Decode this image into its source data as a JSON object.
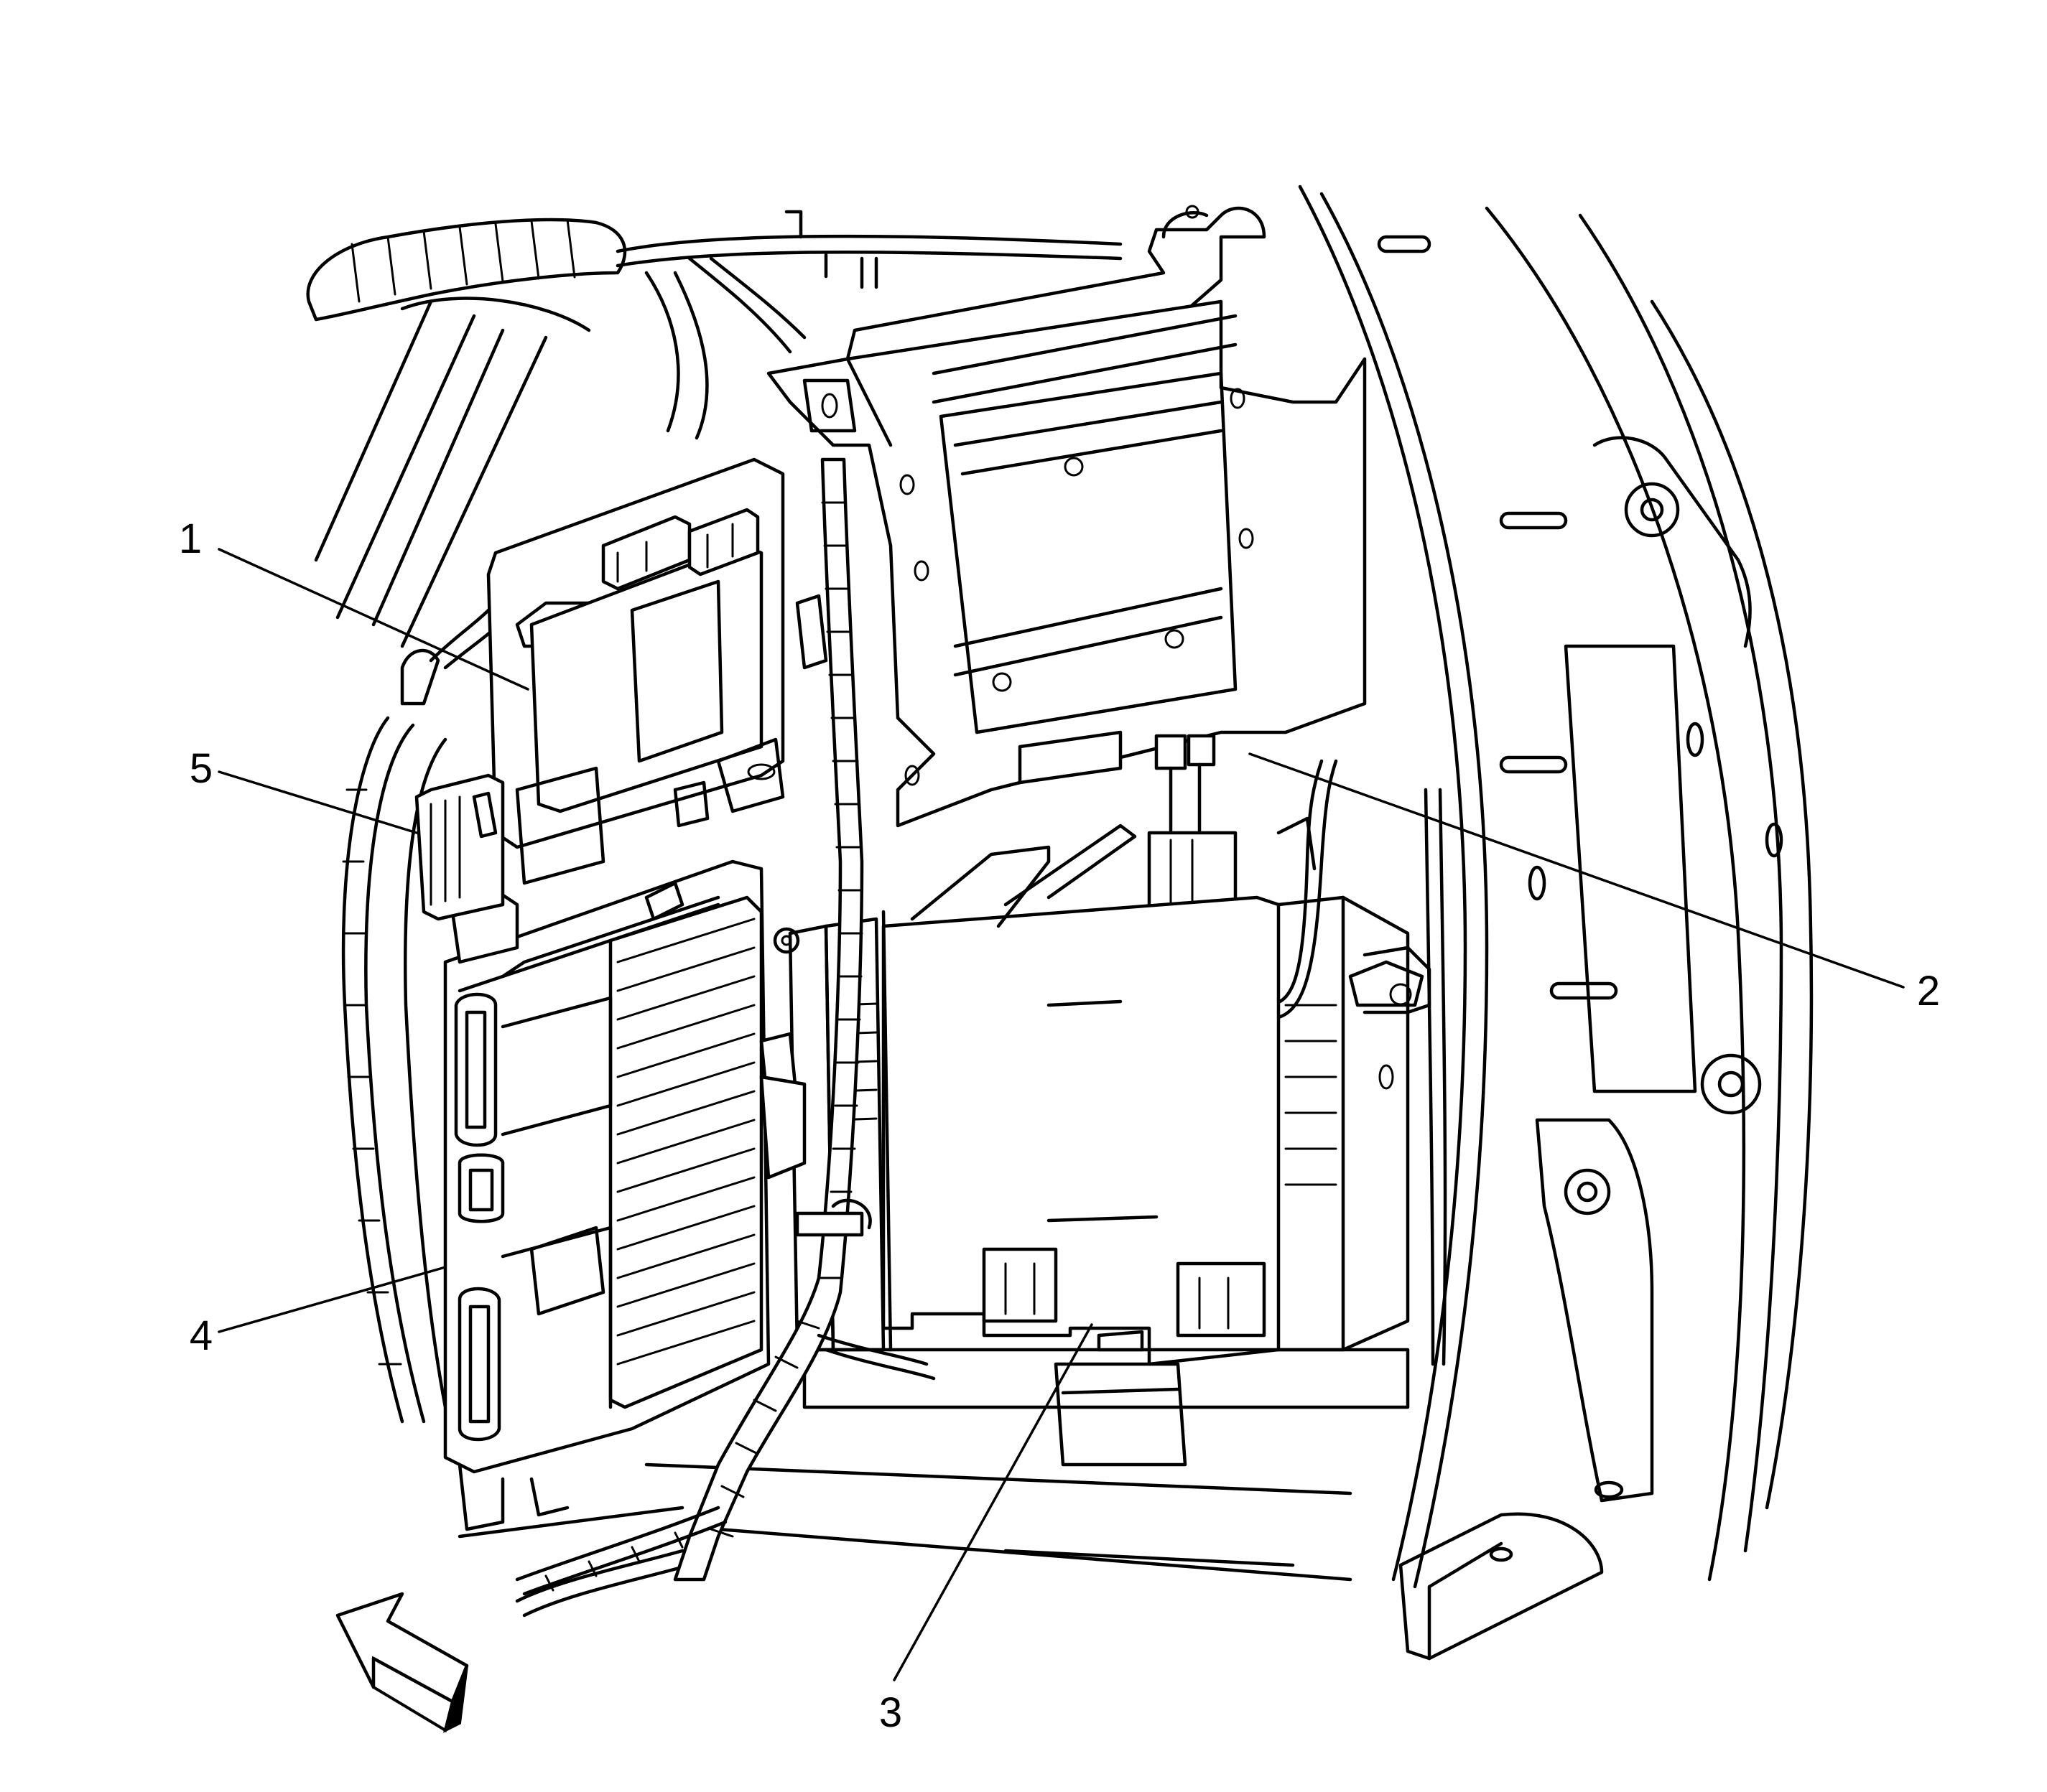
{
  "callouts": [
    {
      "id": "1",
      "label": "1"
    },
    {
      "id": "2",
      "label": "2"
    },
    {
      "id": "3",
      "label": "3"
    },
    {
      "id": "4",
      "label": "4"
    },
    {
      "id": "5",
      "label": "5"
    }
  ],
  "icons": {
    "forward_arrow": "arrow-icon"
  },
  "colors": {
    "line": "#000000",
    "background": "#ffffff"
  }
}
